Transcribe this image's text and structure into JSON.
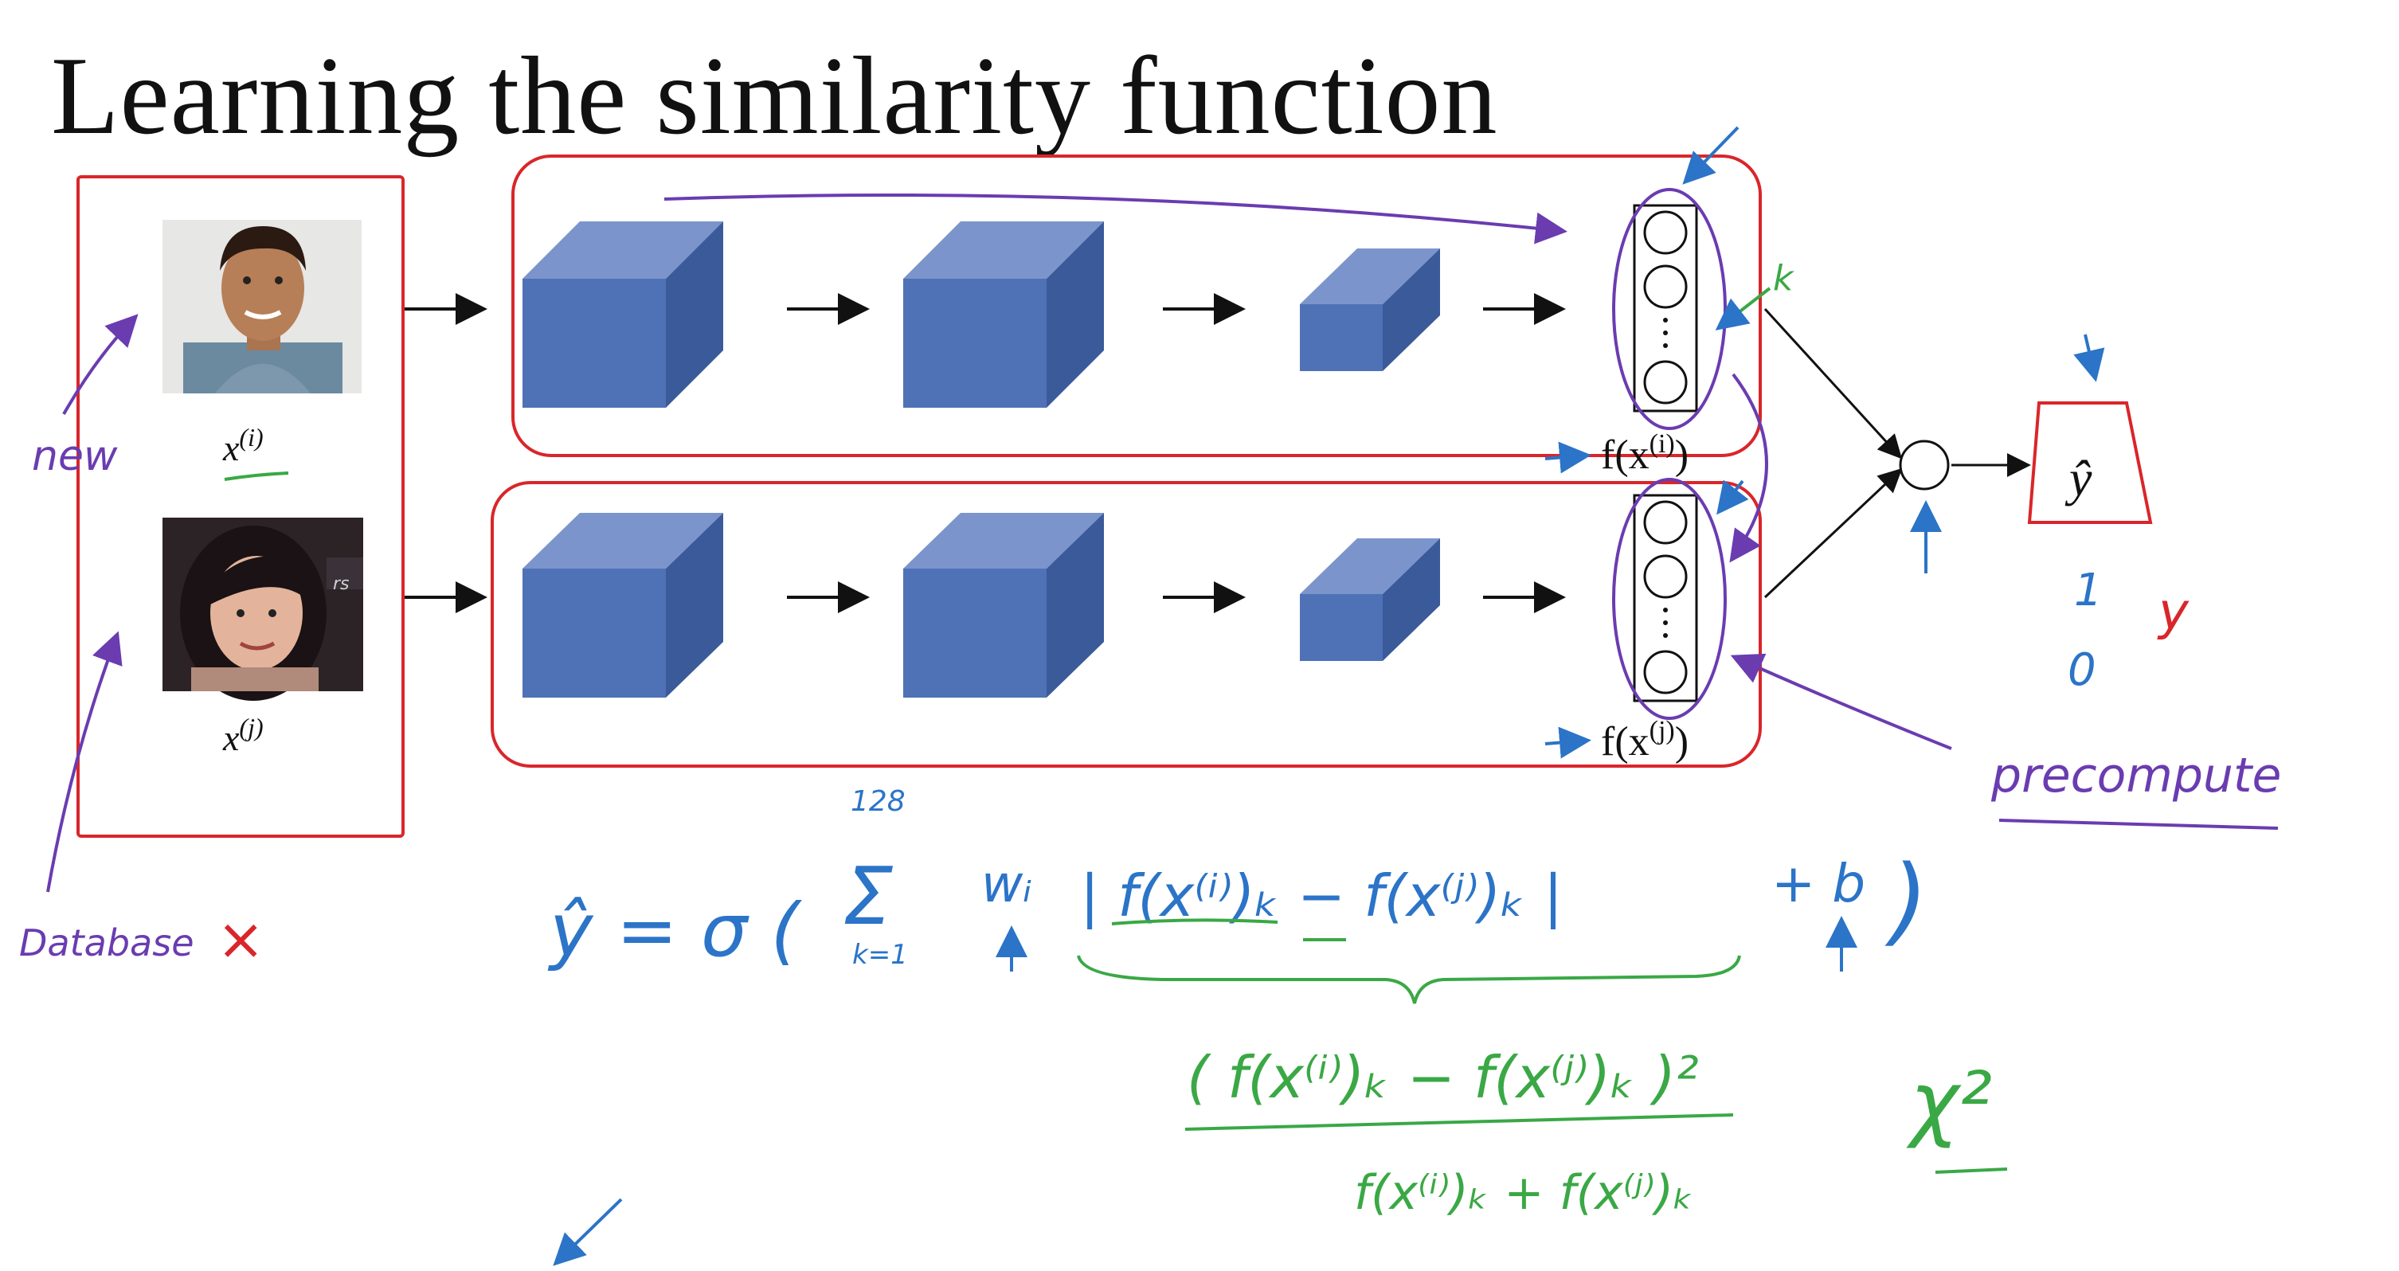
{
  "slide": {
    "title": "Learning the similarity function"
  },
  "inputs": {
    "top_label": "x",
    "top_sup": "(i)",
    "bottom_label": "x",
    "bottom_sup": "(j)"
  },
  "encodings": {
    "top": "f(x",
    "top_sup": "(i)",
    "top_close": ")",
    "bottom": "f(x",
    "bottom_sup": "(j)",
    "bottom_close": ")"
  },
  "output": {
    "label": "ŷ"
  },
  "annotations": {
    "new": "new",
    "database": "Database",
    "database_mark": "×",
    "precompute": "precompute",
    "k": "k",
    "one": "1",
    "zero": "0",
    "y": "y",
    "chi_square": "χ²"
  },
  "formula": {
    "lhs": "ŷ = σ (",
    "sum_upper": "128",
    "sum_lower": "k=1",
    "sigma": "Σ",
    "weight": "wᵢ",
    "abs_term": "| f(x⁽ⁱ⁾)ₖ − f(x⁽ʲ⁾)ₖ |",
    "bias": "+ b",
    "close": ")",
    "alt_numerator": "( f(x⁽ⁱ⁾)ₖ − f(x⁽ʲ⁾)ₖ )²",
    "alt_denominator": "f(x⁽ⁱ⁾)ₖ + f(x⁽ʲ⁾)ₖ"
  },
  "colors": {
    "red": "#d9262b",
    "blue": "#2b74c8",
    "green": "#3aa845",
    "purple": "#6a3cb0",
    "cube_front": "#4f71b6",
    "cube_top": "#7b95cc",
    "cube_side": "#3b5a99"
  },
  "icons": {
    "face_top": "male-face-photo",
    "face_bottom": "female-face-photo"
  }
}
